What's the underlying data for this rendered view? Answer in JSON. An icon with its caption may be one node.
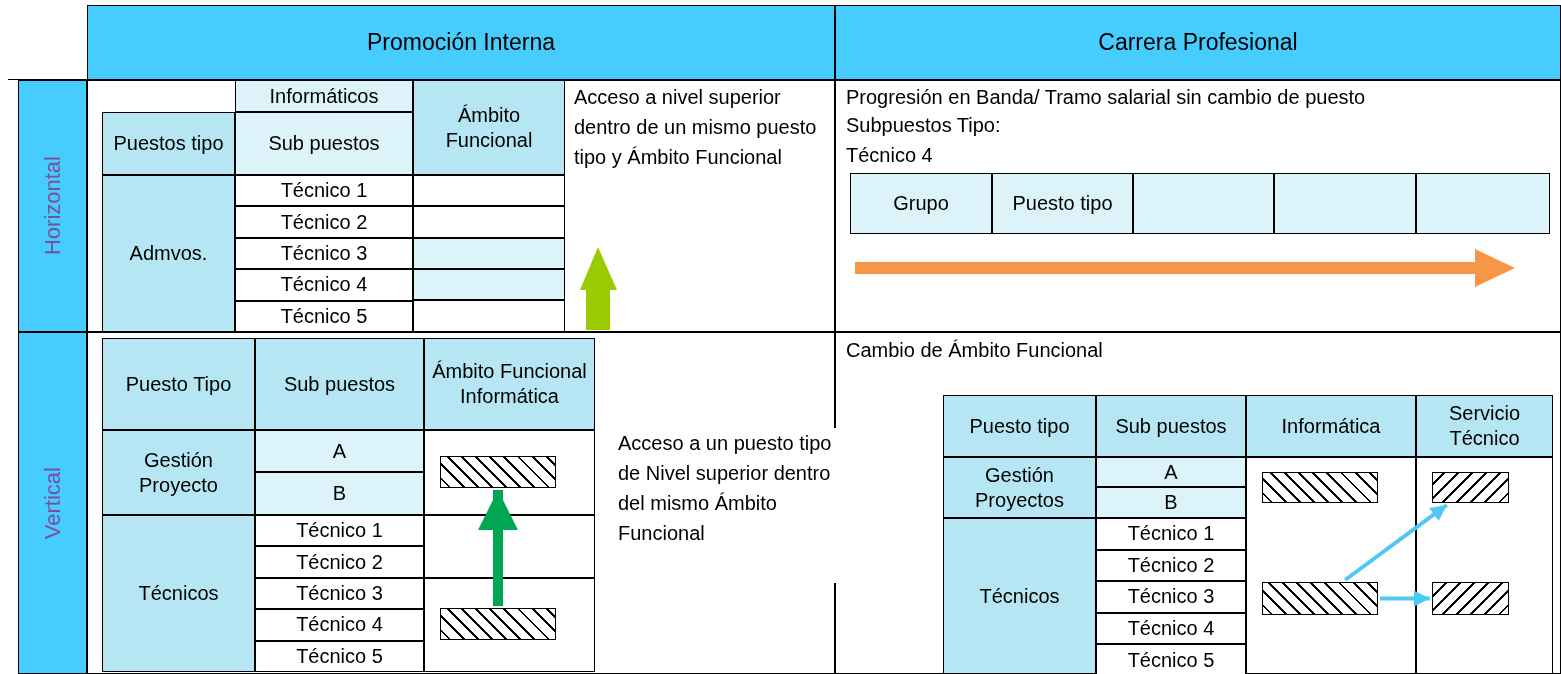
{
  "diagram": {
    "nodes": [
      {
        "text": [],
        "shape": "bar"
      },
      {
        "text": [],
        "shape": "bar"
      },
      {
        "text": [],
        "shape": "bar"
      },
      {
        "text": [],
        "shape": "bar"
      },
      {
        "text": [],
        "shape": "bar"
      },
      {
        "text": [],
        "shape": "bar"
      }
    ],
    "edges": [
      {
        "from": 1,
        "to": 0,
        "arrow": "to",
        "style": "thick",
        "color": "#00a651"
      },
      {
        "from": 3,
        "to": 4,
        "arrow": "to",
        "color": "#4fc8f5"
      },
      {
        "from": 3,
        "to": 5,
        "arrow": "to",
        "color": "#4fc8f5"
      }
    ],
    "labels": [
      "Promoción Interna",
      "Carrera Profesional",
      "Horizontal",
      "Informáticos",
      "Puestos tipo",
      "Sub puestos",
      "Ámbito Funcional",
      "Acceso a nivel superior dentro de un mismo puesto tipo y Ámbito Funcional",
      "Progresión en Banda/ Tramo salarial sin cambio de puesto",
      "Subpuestos Tipo:",
      "Técnico 4",
      "Grupo",
      "Puesto tipo",
      "Admvos.",
      "Técnico 1",
      "Técnico 2",
      "Técnico 3",
      "Técnico 4",
      "Técnico 5",
      "Vertical",
      "Puesto Tipo",
      "Sub puestos",
      "Ámbito Funcional Informática",
      "Gestión Proyecto",
      "A",
      "B",
      "Técnicos",
      "Técnico 1",
      "Técnico 2",
      "Técnico 3",
      "Técnico 4",
      "Técnico 5",
      "Acceso a un puesto tipo de Nivel superior dentro del mismo Ámbito Funcional",
      "Cambio de Ámbito Funcional",
      "Puesto tipo",
      "Sub puestos",
      "Informática",
      "Servicio Técnico",
      "Gestión Proyectos",
      "A",
      "B",
      "Técnicos",
      "Técnico 1",
      "Técnico 2",
      "Técnico 3",
      "Técnico 4",
      "Técnico 5"
    ]
  }
}
